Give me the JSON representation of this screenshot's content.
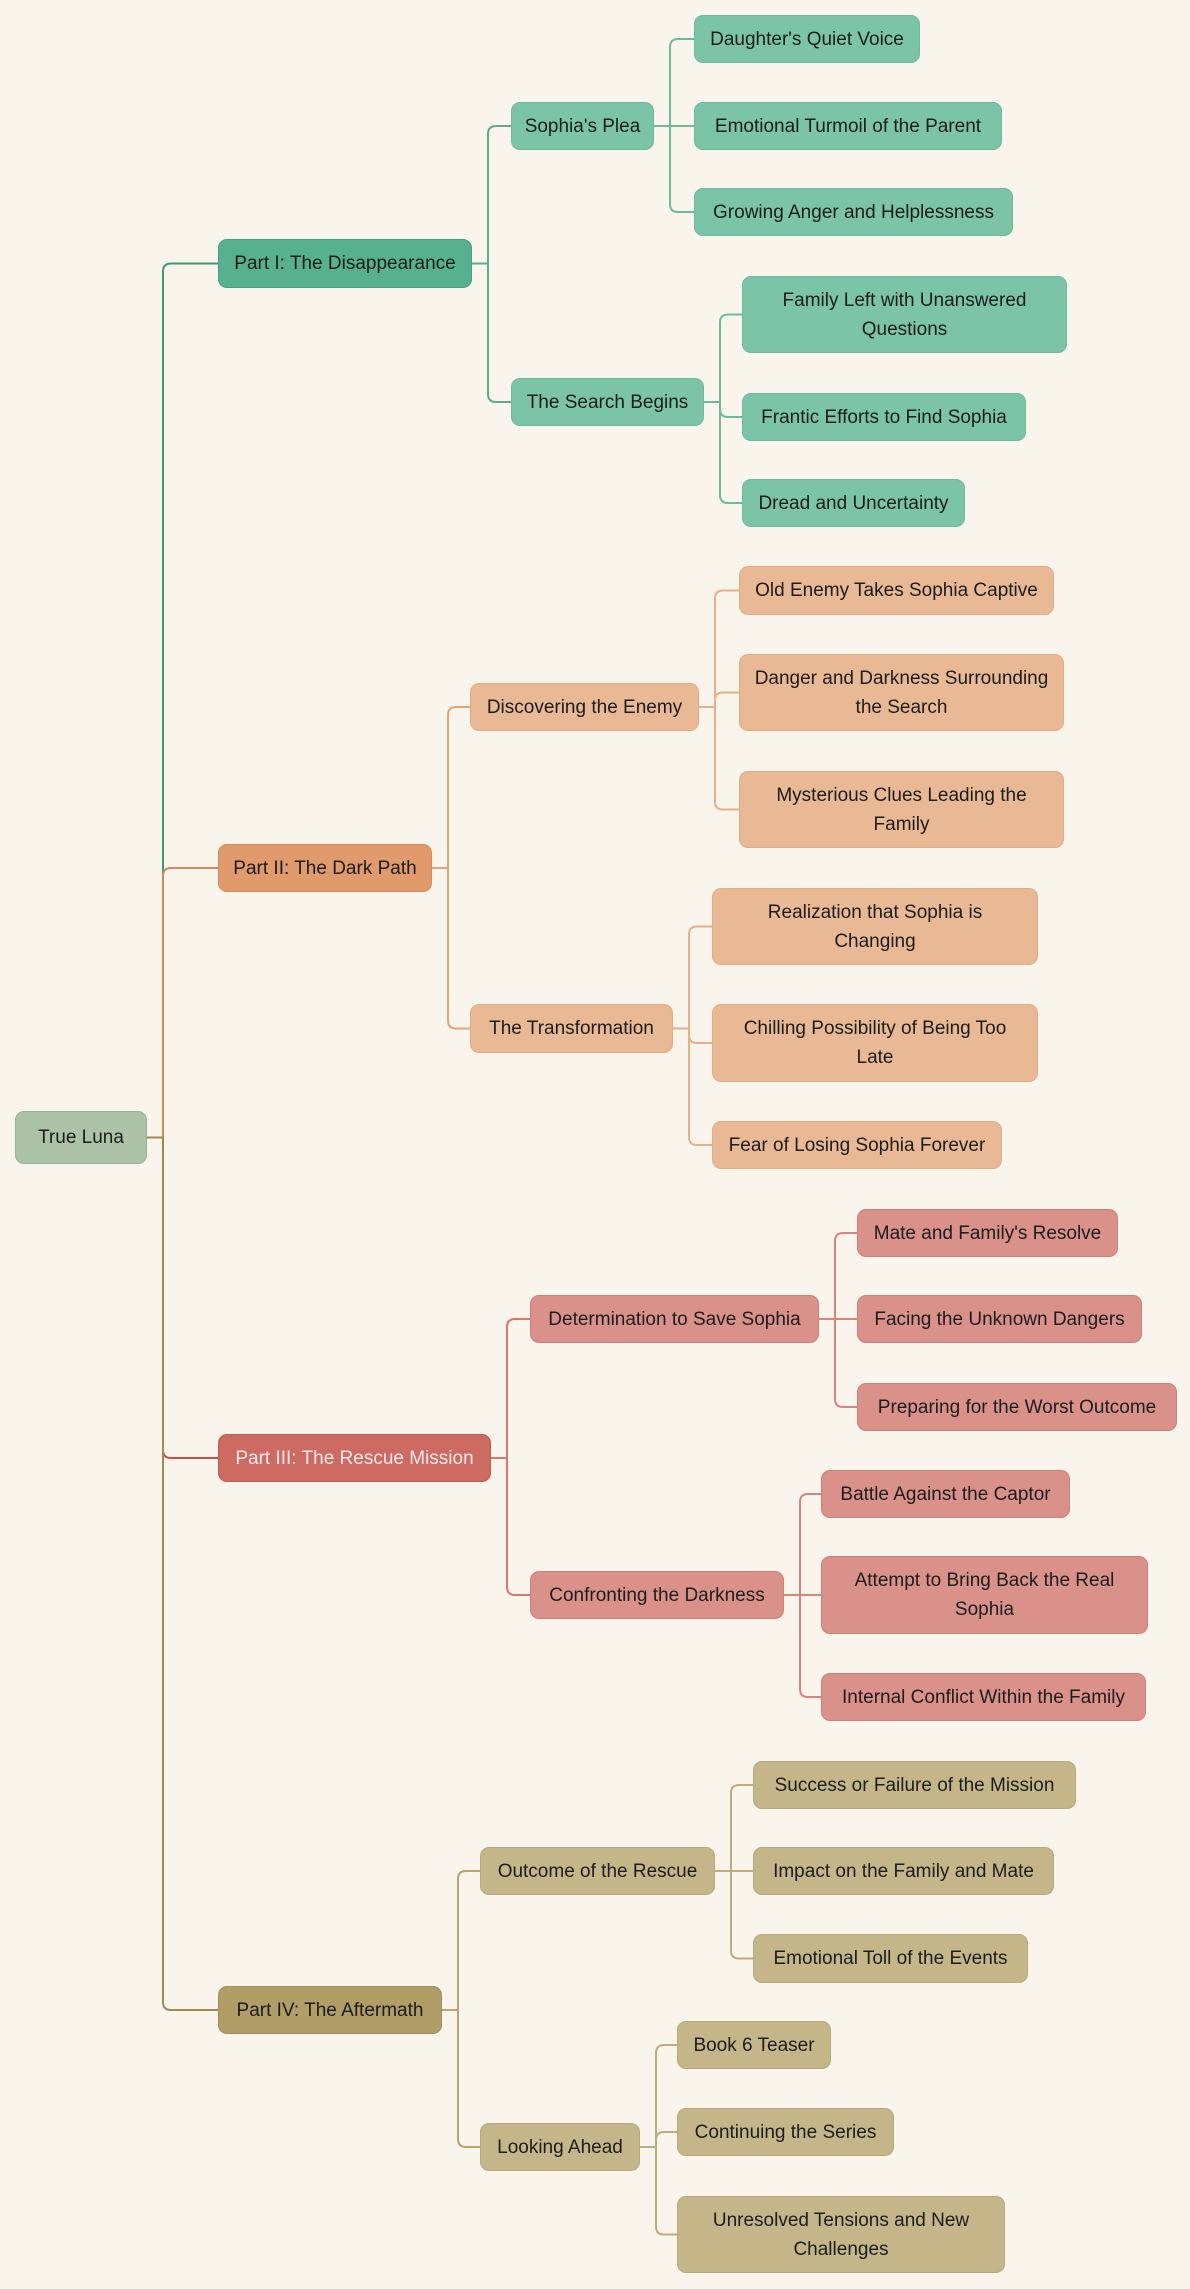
{
  "root": {
    "label": "True Luna"
  },
  "parts": [
    {
      "label": "Part I: The Disappearance",
      "color": "#57b08f",
      "line": "#5aae8c",
      "sections": [
        {
          "label": "Sophia's Plea",
          "items": [
            "Daughter's Quiet Voice",
            "Emotional Turmoil of the Parent",
            "Growing Anger and Helplessness"
          ]
        },
        {
          "label": "The Search Begins",
          "items": [
            "Family Left with Unanswered Questions",
            "Frantic Efforts to Find Sophia",
            "Dread and Uncertainty"
          ]
        }
      ]
    },
    {
      "label": "Part II: The Dark Path",
      "color": "#e09a6b",
      "line": "#e4a677",
      "sections": [
        {
          "label": "Discovering the Enemy",
          "items": [
            "Old Enemy Takes Sophia Captive",
            "Danger and Darkness Surrounding the Search",
            "Mysterious Clues Leading the Family"
          ]
        },
        {
          "label": "The Transformation",
          "items": [
            "Realization that Sophia is Changing",
            "Chilling Possibility of Being Too Late",
            "Fear of Losing Sophia Forever"
          ]
        }
      ]
    },
    {
      "label": "Part III: The Rescue Mission",
      "color": "#cd6b63",
      "line": "#d9776f",
      "sections": [
        {
          "label": "Determination to Save Sophia",
          "items": [
            "Mate and Family's Resolve",
            "Facing the Unknown Dangers",
            "Preparing for the Worst Outcome"
          ]
        },
        {
          "label": "Confronting the Darkness",
          "items": [
            "Battle Against the Captor",
            "Attempt to Bring Back the Real Sophia",
            "Internal Conflict Within the Family"
          ]
        }
      ]
    },
    {
      "label": "Part IV: The Aftermath",
      "color": "#b09e66",
      "line": "#b8a46c",
      "sections": [
        {
          "label": "Outcome of the Rescue",
          "items": [
            "Success or Failure of the Mission",
            "Impact on the Family and Mate",
            "Emotional Toll of the Events"
          ]
        },
        {
          "label": "Looking Ahead",
          "items": [
            "Book 6 Teaser",
            "Continuing the Series",
            "Unresolved Tensions and New Challenges"
          ]
        }
      ]
    }
  ]
}
